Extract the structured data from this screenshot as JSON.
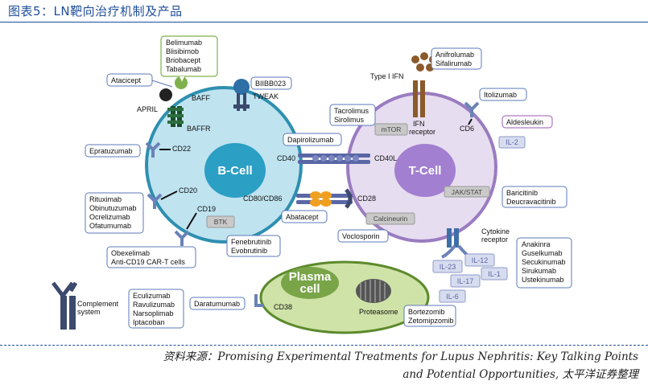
{
  "header": {
    "title": "图表5：LN靶向治疗机制及产品"
  },
  "source": {
    "line1": "资料来源：Promising Experimental Treatments for Lupus Nephritis: Key Talking Points",
    "line2": "and Potential Opportunities, 太平洋证券整理"
  },
  "cells": {
    "b_cell": "B-Cell",
    "t_cell": "T-Cell",
    "plasma_line1": "Plasma",
    "plasma_line2": "cell",
    "proteasome": "Proteasome"
  },
  "receptors": {
    "april": "APRIL",
    "baff": "BAFF",
    "baffr": "BAFFR",
    "tweak": "TWEAK",
    "cd22": "CD22",
    "cd20": "CD20",
    "cd19": "CD19",
    "cd40": "CD40",
    "cd40l": "CD40L",
    "cd80_86": "CD80/CD86",
    "cd28": "CD28",
    "cd38": "CD38",
    "cd6": "CD6",
    "ifn_line1": "Type I IFN",
    "ifn_receptor_line1": "IFN",
    "ifn_receptor_line2": "receptor",
    "cytokine_line1": "Cytokine",
    "cytokine_line2": "receptor",
    "complement_line1": "Complement",
    "complement_line2": "system"
  },
  "inner_labels": {
    "btk": "BTK",
    "mtor": "mTOR",
    "jak_stat": "JAK/STAT",
    "calcineurin": "Calcineurin"
  },
  "interleukins": {
    "il2": "IL-2",
    "il12": "IL-12",
    "il23": "IL-23",
    "il1": "IL-1",
    "il17": "IL-17",
    "il6": "IL-6"
  },
  "drugs": {
    "baff_group": [
      "Belimumab",
      "Blisibimob",
      "Briobacept",
      "Tabalumab"
    ],
    "atacicept": "Atacicept",
    "tweak_drug": "BIIBB023",
    "epratuzumab": "Epratuzumab",
    "cd20_group": [
      "Rituximab",
      "Obinutuzumab",
      "Ocrelizumab",
      "Ofatumumab"
    ],
    "cd19_group": [
      "Obexelimab",
      "Anti-CD19 CAR-T cells"
    ],
    "btk_group": [
      "Fenebrutinib",
      "Evobrutinib"
    ],
    "dapirolizumab": "Dapirolizumab",
    "abatacept": "Abatacept",
    "mtor_group": [
      "Tacrolimus",
      "Sirolimus"
    ],
    "ifn_group": [
      "Anifrolumab",
      "Sifalirumab"
    ],
    "itolizumab": "Itolizumab",
    "aldesleukin": "Aldesleukin",
    "jak_group": [
      "Baricitinib",
      "Deucravacitinib"
    ],
    "voclosporin": "Voclosporin",
    "cytokine_group": [
      "Anakinra",
      "Guselkumab",
      "Secukinumab",
      "Sirukumab",
      "Ustekinumab"
    ],
    "complement_group": [
      "Eculizumab",
      "Ravulizumab",
      "Narsoplimab",
      "Iptacoban"
    ],
    "daratumumab": "Daratumumab",
    "proteasome_group": [
      "Bortezomib",
      "Zetomipzomib"
    ]
  },
  "colors": {
    "title_blue": "#1f4e9a",
    "bcell_fill": "#bfe3ef",
    "bcell_border": "#2e8fb0",
    "bcell_nucleus": "#2b9fc4",
    "tcell_fill": "#e7ddf0",
    "tcell_border": "#9a7cc0",
    "tcell_nucleus": "#a27fd0",
    "plasma_fill": "#cfe3a8",
    "plasma_border": "#5c8a2c",
    "plasma_nucleus": "#79a548",
    "box_blue": "#5b78b8",
    "box_green": "#7fb04b",
    "box_purple": "#9b59b6",
    "antibody": "#6b82b8",
    "receptor_dark": "#3c4a6e"
  }
}
